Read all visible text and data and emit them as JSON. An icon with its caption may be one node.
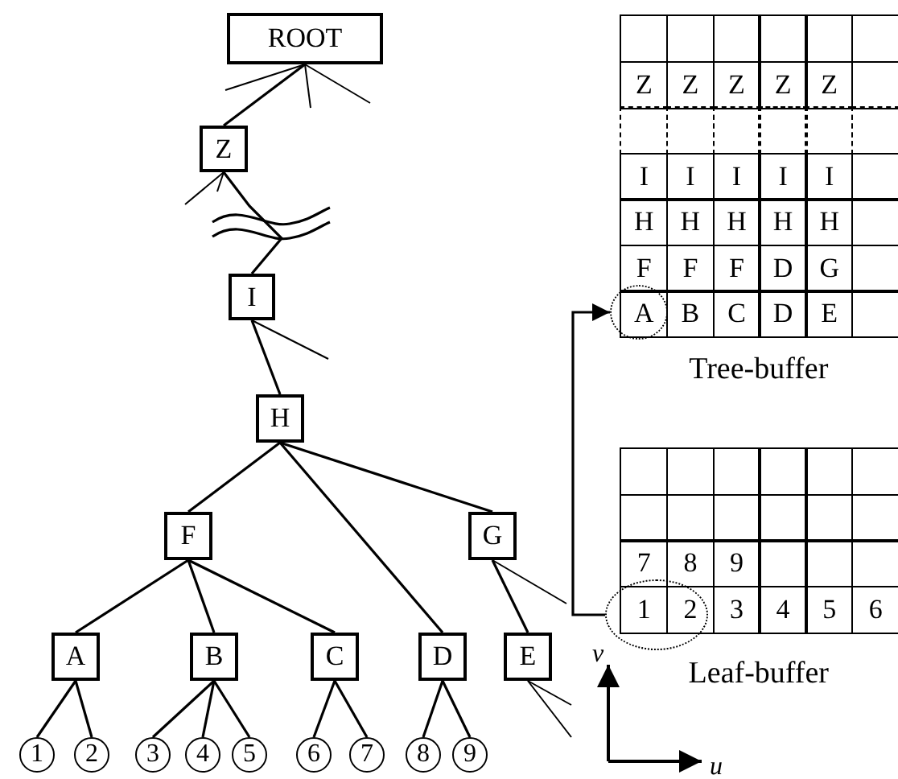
{
  "diagram": {
    "nodes": [
      {
        "text": [
          "ROOT"
        ]
      },
      {
        "text": [
          "Z"
        ]
      },
      {
        "text": [
          "I"
        ]
      },
      {
        "text": [
          "H"
        ]
      },
      {
        "text": [
          "F"
        ]
      },
      {
        "text": [
          "G"
        ]
      },
      {
        "text": [
          "A"
        ]
      },
      {
        "text": [
          "B"
        ]
      },
      {
        "text": [
          "C"
        ]
      },
      {
        "text": [
          "D"
        ]
      },
      {
        "text": [
          "E"
        ]
      },
      {
        "text": [
          "1"
        ]
      },
      {
        "text": [
          "2"
        ]
      },
      {
        "text": [
          "3"
        ]
      },
      {
        "text": [
          "4"
        ]
      },
      {
        "text": [
          "5"
        ]
      },
      {
        "text": [
          "6"
        ]
      },
      {
        "text": [
          "7"
        ]
      },
      {
        "text": [
          "8"
        ]
      },
      {
        "text": [
          "9"
        ]
      },
      {
        "text": [
          "Tree-buffer"
        ]
      },
      {
        "text": [],
        "shape": "circle",
        "in": 20
      },
      {
        "text": [
          "Leaf-buffer"
        ]
      },
      {
        "text": [],
        "shape": "circle",
        "in": 22
      }
    ],
    "edges": [
      {
        "from": 0,
        "to": 1,
        "arrow": "none"
      },
      {
        "from": 0,
        "to": null,
        "arrow": "none"
      },
      {
        "from": 0,
        "to": null,
        "arrow": "none"
      },
      {
        "from": 0,
        "to": null,
        "arrow": "none"
      },
      {
        "from": 1,
        "to": 2,
        "arrow": "none"
      },
      {
        "from": 1,
        "to": null,
        "arrow": "none"
      },
      {
        "from": 1,
        "to": null,
        "arrow": "none"
      },
      {
        "from": 2,
        "to": 3,
        "arrow": "none"
      },
      {
        "from": 2,
        "to": null,
        "arrow": "none"
      },
      {
        "from": 3,
        "to": 4,
        "arrow": "none"
      },
      {
        "from": 3,
        "to": 9,
        "arrow": "none"
      },
      {
        "from": 3,
        "to": 5,
        "arrow": "none"
      },
      {
        "from": 4,
        "to": 6,
        "arrow": "none"
      },
      {
        "from": 4,
        "to": 7,
        "arrow": "none"
      },
      {
        "from": 4,
        "to": 8,
        "arrow": "none"
      },
      {
        "from": 5,
        "to": 10,
        "arrow": "none"
      },
      {
        "from": 5,
        "to": null,
        "arrow": "none"
      },
      {
        "from": 6,
        "to": 11,
        "arrow": "none"
      },
      {
        "from": 6,
        "to": 12,
        "arrow": "none"
      },
      {
        "from": 7,
        "to": 13,
        "arrow": "none"
      },
      {
        "from": 7,
        "to": 14,
        "arrow": "none"
      },
      {
        "from": 7,
        "to": 15,
        "arrow": "none"
      },
      {
        "from": 8,
        "to": 16,
        "arrow": "none"
      },
      {
        "from": 8,
        "to": 17,
        "arrow": "none"
      },
      {
        "from": 9,
        "to": 18,
        "arrow": "none"
      },
      {
        "from": 9,
        "to": 19,
        "arrow": "none"
      },
      {
        "from": 10,
        "to": null,
        "arrow": "none"
      },
      {
        "from": 10,
        "to": null,
        "arrow": "none"
      },
      {
        "from": 23,
        "to": 21,
        "arrow": "to"
      }
    ],
    "labels": [
      "Z",
      "Z",
      "Z",
      "Z",
      "Z",
      "I",
      "I",
      "I",
      "I",
      "I",
      "H",
      "H",
      "H",
      "H",
      "H",
      "F",
      "F",
      "F",
      "D",
      "G",
      "A",
      "B",
      "C",
      "D",
      "E",
      "7",
      "8",
      "9",
      "1",
      "2",
      "3",
      "4",
      "5",
      "6",
      "v",
      "u"
    ]
  }
}
